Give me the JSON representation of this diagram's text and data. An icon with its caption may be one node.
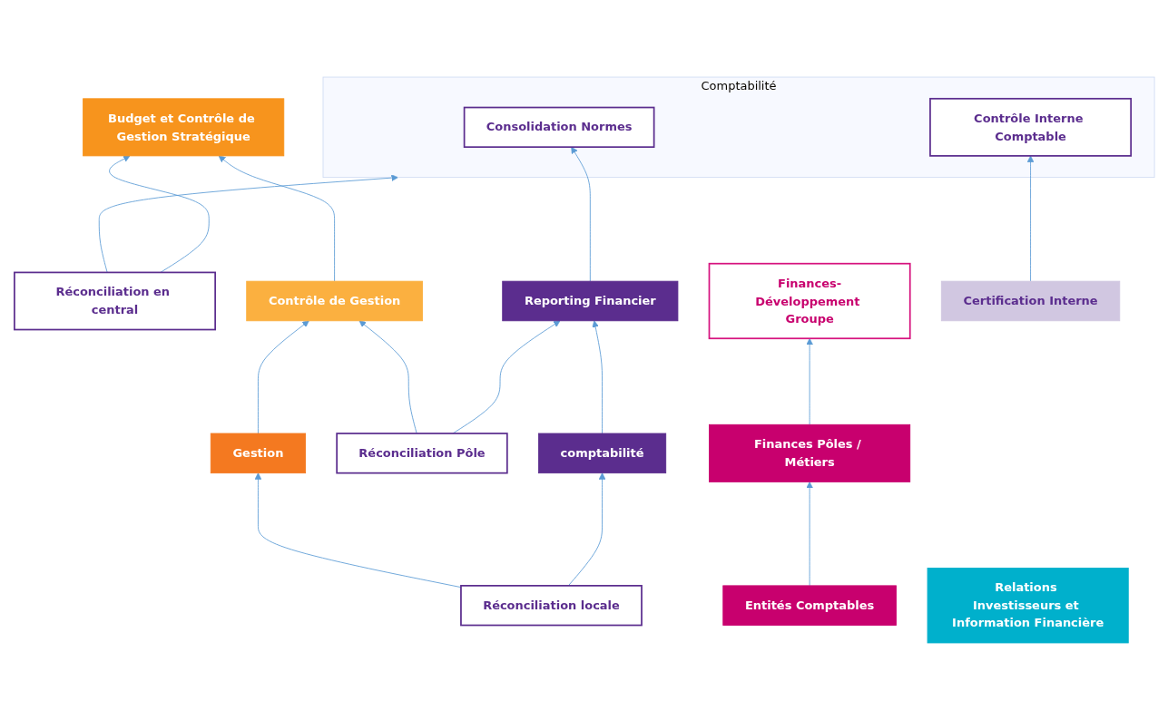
{
  "diagram": {
    "nodes": [
      {
        "text": [
          "Réconciliation en central"
        ]
      },
      {
        "text": [
          "Finances-Développement Groupe"
        ]
      },
      {
        "text": [
          "Comptabilité"
        ]
      },
      {
        "text": [
          "Consolidation Normes"
        ],
        "in": 2
      },
      {
        "text": [
          "Contrôle Interne Comptable"
        ],
        "in": 2
      },
      {
        "text": [
          "Budget et Contrôle de Gestion Stratégique"
        ]
      },
      {
        "text": [
          "Relations Investisseurs et Information Financière"
        ]
      },
      {
        "text": [
          "Finances Pôles / Métiers"
        ]
      },
      {
        "text": [
          "Reporting Financier"
        ]
      },
      {
        "text": [
          "Réconciliation Pôle"
        ]
      },
      {
        "text": [
          "Contrôle de Gestion"
        ]
      },
      {
        "text": [
          "Entités Comptables"
        ]
      },
      {
        "text": [
          "comptabilité"
        ]
      },
      {
        "text": [
          "Certification Interne"
        ]
      },
      {
        "text": [
          "Gestion"
        ]
      },
      {
        "text": [
          "Réconciliation locale"
        ]
      }
    ],
    "edges": [
      {
        "from": 0,
        "to": 2,
        "arrow": "to"
      },
      {
        "from": 0,
        "to": 5,
        "arrow": "to"
      },
      {
        "from": 7,
        "to": 1,
        "arrow": "to"
      },
      {
        "from": 8,
        "to": 3,
        "arrow": "to"
      },
      {
        "from": 13,
        "to": 4,
        "arrow": "to"
      },
      {
        "from": 10,
        "to": 5,
        "arrow": "to"
      },
      {
        "from": 9,
        "to": 8,
        "arrow": "to"
      },
      {
        "from": 9,
        "to": 10,
        "arrow": "to"
      },
      {
        "from": 11,
        "to": 7,
        "arrow": "to"
      },
      {
        "from": 12,
        "to": 8,
        "arrow": "to"
      },
      {
        "from": 14,
        "to": 10,
        "arrow": "to"
      },
      {
        "from": 15,
        "to": 12,
        "arrow": "to"
      },
      {
        "from": 15,
        "to": 14,
        "arrow": "to"
      }
    ]
  }
}
